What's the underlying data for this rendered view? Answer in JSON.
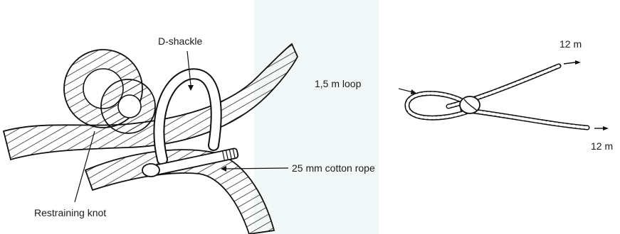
{
  "left_figure": {
    "labels": {
      "d_shackle": "D-shackle",
      "cotton_rope": "25 mm cotton rope",
      "restraining_knot": "Restraining knot"
    }
  },
  "right_figure": {
    "labels": {
      "loop": "1,5 m loop",
      "top_end": "12 m",
      "bottom_end": "12 m"
    }
  }
}
